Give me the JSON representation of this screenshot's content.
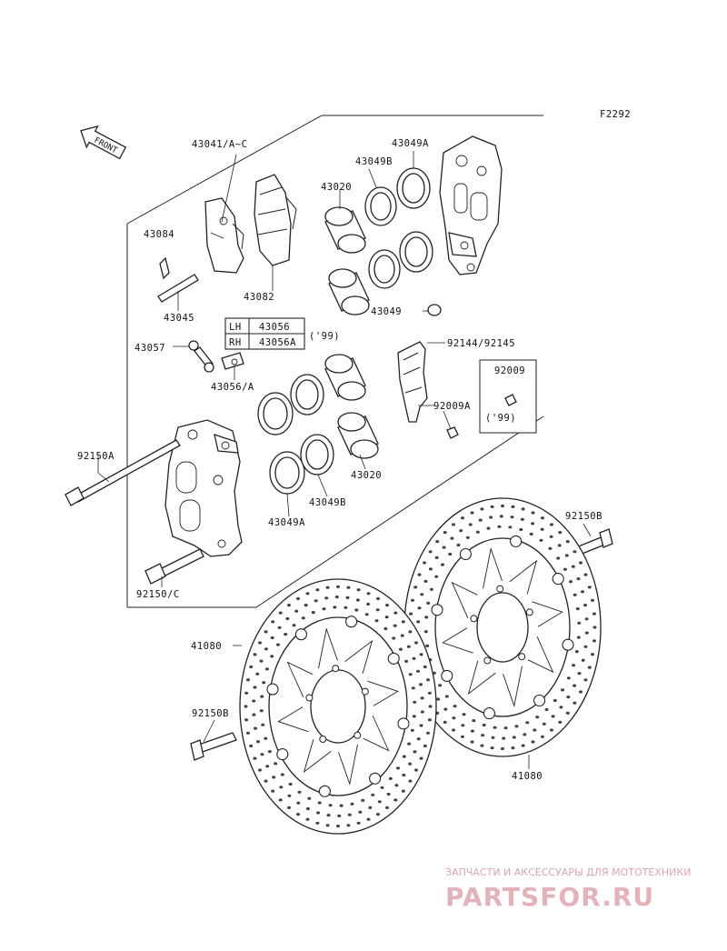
{
  "figure_code": "F2292",
  "front_arrow": "FRONT",
  "labels": {
    "l43041": "43041/A~C",
    "l43049A_top": "43049A",
    "l43049B_top": "43049B",
    "l43020_top": "43020",
    "l43084": "43084",
    "l43082": "43082",
    "l43045": "43045",
    "l43049": "43049",
    "l43057": "43057",
    "l43056A": "43056/A",
    "l92144": "92144/92145",
    "l92009": "92009",
    "l99_right": "('99)",
    "l92009A": "92009A",
    "l92150A": "92150A",
    "l43020_bot": "43020",
    "l43049B_bot": "43049B",
    "l43049A_bot": "43049A",
    "l92150C": "92150/C",
    "l92150B_right": "92150B",
    "l41080_left": "41080",
    "l92150B_left": "92150B",
    "l41080_bottom": "41080"
  },
  "spec_table": {
    "rows": [
      {
        "side": "LH",
        "part": "43056"
      },
      {
        "side": "RH",
        "part": "43056A"
      }
    ],
    "note": "('99)"
  },
  "watermark": {
    "tagline": "ЗАПЧАСТИ И АКСЕССУАРЫ ДЛЯ МОТОТЕХНИКИ",
    "logo": "PARTSFOR.RU"
  }
}
